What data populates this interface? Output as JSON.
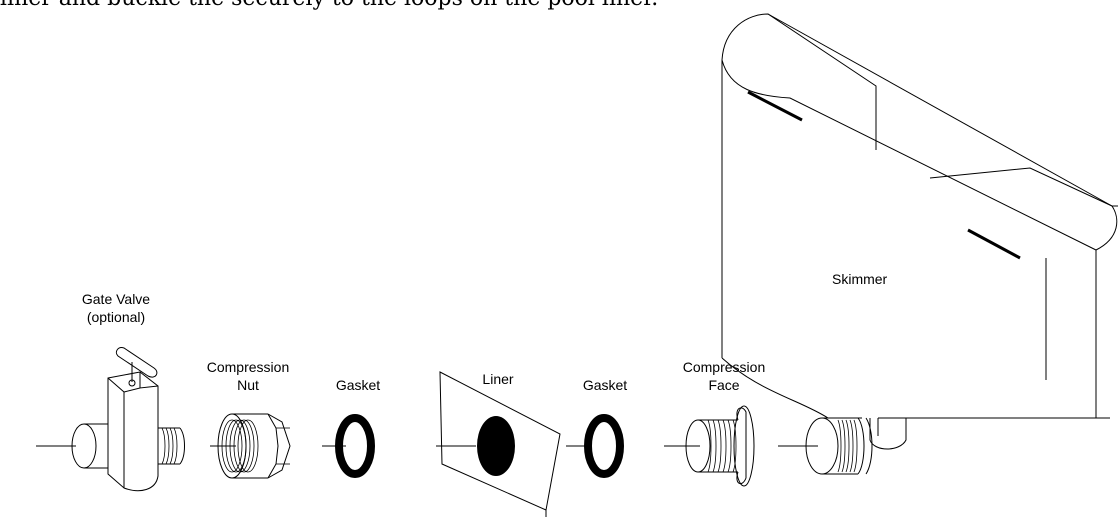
{
  "caption": "liner and buckle the securely to the loops on the pool liner.",
  "labels": {
    "gate_valve_1": "Gate Valve",
    "gate_valve_2": "(optional)",
    "compression_nut_1": "Compression",
    "compression_nut_2": "Nut",
    "gasket_left": "Gasket",
    "liner": "Liner",
    "gasket_right": "Gasket",
    "compression_face_1": "Compression",
    "compression_face_2": "Face",
    "skimmer": "Skimmer"
  }
}
